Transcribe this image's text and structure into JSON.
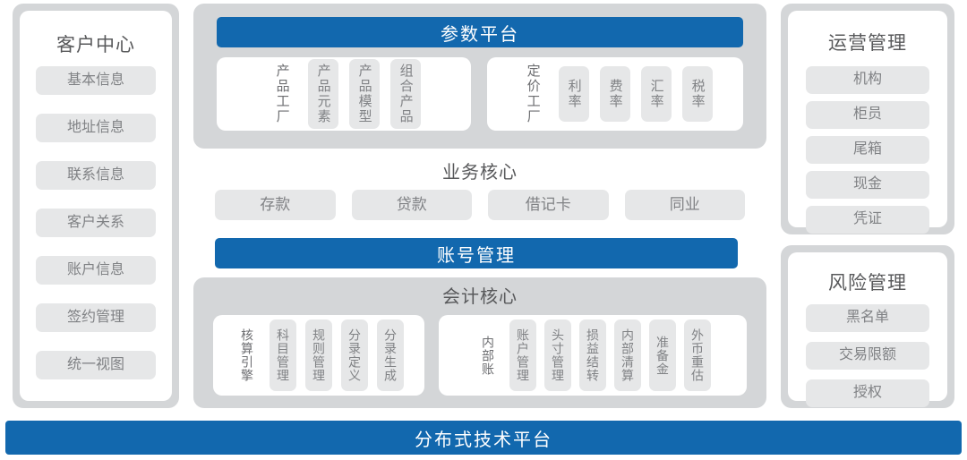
{
  "colors": {
    "brand_blue": "#1268ae",
    "panel_grey": "#d4d6d8",
    "pill_grey": "#e6e7e8",
    "text_grey": "#808285",
    "title_grey": "#58595b"
  },
  "customer_center": {
    "title": "客户中心",
    "items": [
      {
        "label": "基本信息"
      },
      {
        "label": "地址信息"
      },
      {
        "label": "联系信息"
      },
      {
        "label": "客户关系"
      },
      {
        "label": "账户信息"
      },
      {
        "label": "签约管理"
      },
      {
        "label": "统一视图"
      }
    ]
  },
  "parameter_platform": {
    "title": "参数平台",
    "groups": [
      {
        "name": "product-factory",
        "header": "产品工厂",
        "items": [
          {
            "label": "产品元素"
          },
          {
            "label": "产品模型"
          },
          {
            "label": "组合产品"
          }
        ]
      },
      {
        "name": "pricing-factory",
        "header": "定价工厂",
        "items": [
          {
            "label": "利率"
          },
          {
            "label": "费率"
          },
          {
            "label": "汇率"
          },
          {
            "label": "税率"
          }
        ]
      }
    ]
  },
  "business_core": {
    "title": "业务核心",
    "items": [
      {
        "label": "存款"
      },
      {
        "label": "贷款"
      },
      {
        "label": "借记卡"
      },
      {
        "label": "同业"
      }
    ]
  },
  "account_management": {
    "title": "账号管理"
  },
  "accounting_core": {
    "title": "会计核心",
    "groups": [
      {
        "name": "accounting-engine",
        "header": "核算引擎",
        "items": [
          {
            "label": "科目管理"
          },
          {
            "label": "规则管理"
          },
          {
            "label": "分录定义"
          },
          {
            "label": "分录生成"
          }
        ]
      },
      {
        "name": "internal-ledger",
        "header": "内部账",
        "items": [
          {
            "label": "账户管理"
          },
          {
            "label": "头寸管理"
          },
          {
            "label": "损益结转"
          },
          {
            "label": "内部清算"
          },
          {
            "label": "准备金"
          },
          {
            "label": "外币重估"
          }
        ]
      }
    ]
  },
  "operations_management": {
    "title": "运营管理",
    "items": [
      {
        "label": "机构"
      },
      {
        "label": "柜员"
      },
      {
        "label": "尾箱"
      },
      {
        "label": "现金"
      },
      {
        "label": "凭证"
      }
    ]
  },
  "risk_management": {
    "title": "风险管理",
    "items": [
      {
        "label": "黑名单"
      },
      {
        "label": "交易限额"
      },
      {
        "label": "授权"
      }
    ]
  },
  "tech_platform": {
    "title": "分布式技术平台"
  }
}
